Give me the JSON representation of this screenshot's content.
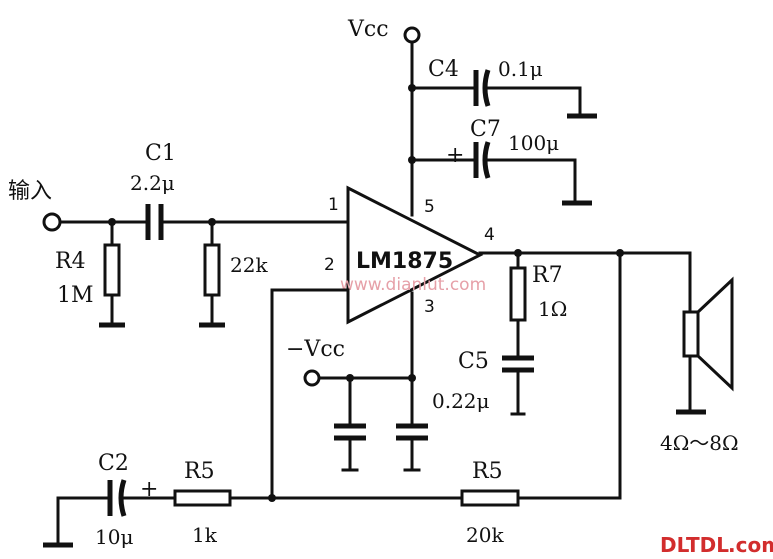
{
  "supply": {
    "vcc": "Vcc",
    "neg_vcc": "−Vcc"
  },
  "input_label": "输入",
  "chip": {
    "name": "LM1875",
    "pins": {
      "p1": "1",
      "p2": "2",
      "p3": "3",
      "p4": "4",
      "p5": "5"
    }
  },
  "components": {
    "c1": {
      "ref": "C1",
      "value": "2.2μ"
    },
    "c2": {
      "ref": "C2",
      "value": "10μ"
    },
    "c4": {
      "ref": "C4",
      "value": "0.1μ"
    },
    "c5": {
      "ref": "C5",
      "value": "0.22μ"
    },
    "c7": {
      "ref": "C7",
      "value": "100μ"
    },
    "r4": {
      "ref": "R4",
      "value": "1M"
    },
    "r_in": {
      "value": "22k"
    },
    "r5a": {
      "ref": "R5",
      "value": "1k"
    },
    "r5b": {
      "ref": "R5",
      "value": "20k"
    },
    "r7": {
      "ref": "R7",
      "value": "1Ω"
    }
  },
  "speaker": {
    "impedance": "4Ω～8Ω"
  },
  "polarity_plus": "+",
  "watermark": "www.dianlut.com",
  "brand": {
    "main": "DLTDL",
    "suffix": ".com"
  },
  "colors": {
    "ink": "#111111",
    "brand_red": "#d22d2d",
    "watermark_pink": "#e6a0a8"
  }
}
